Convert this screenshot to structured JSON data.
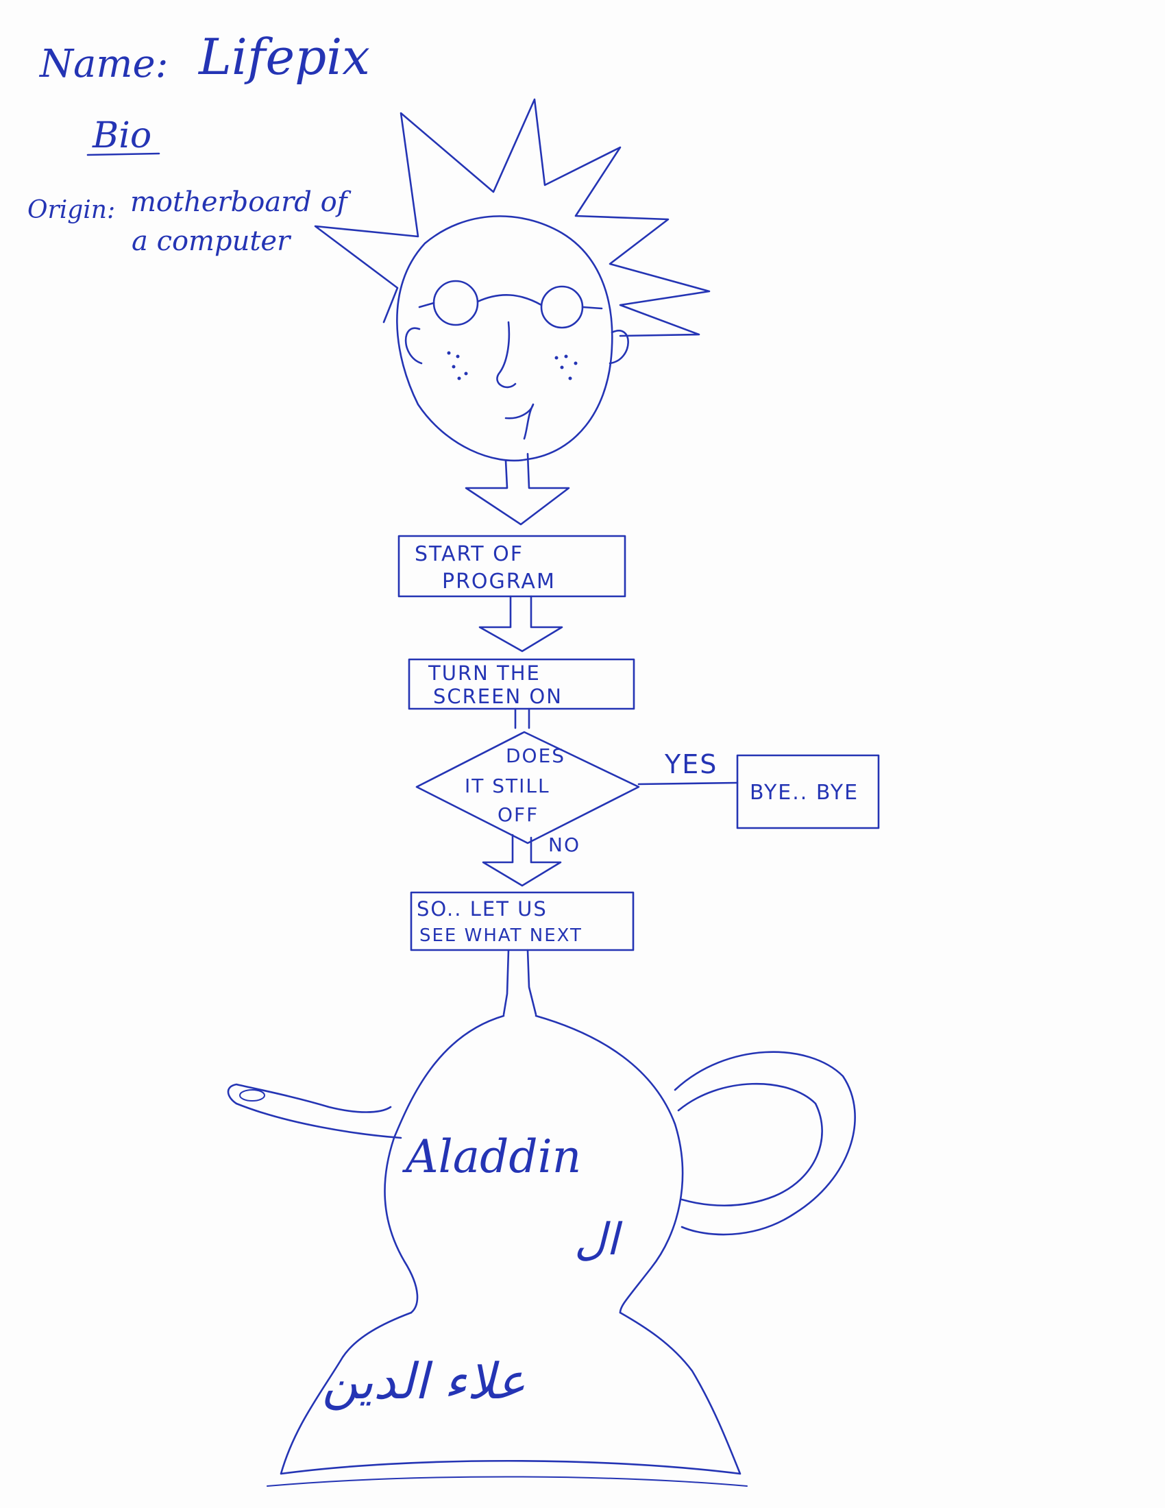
{
  "header": {
    "name_label": "Name:",
    "name_value": "Lifepix",
    "bio_heading": "Bio",
    "origin_label": "Origin:",
    "origin_line1": "motherboard of",
    "origin_line2": "a computer"
  },
  "flowchart": {
    "start_line1": "START OF",
    "start_line2": "PROGRAM",
    "turn_on_line1": "TURN THE",
    "turn_on_line2": "SCREEN ON",
    "decision_line1": "DOES",
    "decision_line2": "IT STILL",
    "decision_line3": "OFF",
    "yes_label": "YES",
    "no_label": "NO",
    "bye_box": "BYE.. BYE",
    "next_line1": "SO.. LET US",
    "next_line2": "SEE WHAT NEXT"
  },
  "lamp": {
    "label_en": "Aladdin",
    "label_mark": "ال",
    "label_ar": "علاء الدين"
  },
  "ink_color": "#2434b4"
}
